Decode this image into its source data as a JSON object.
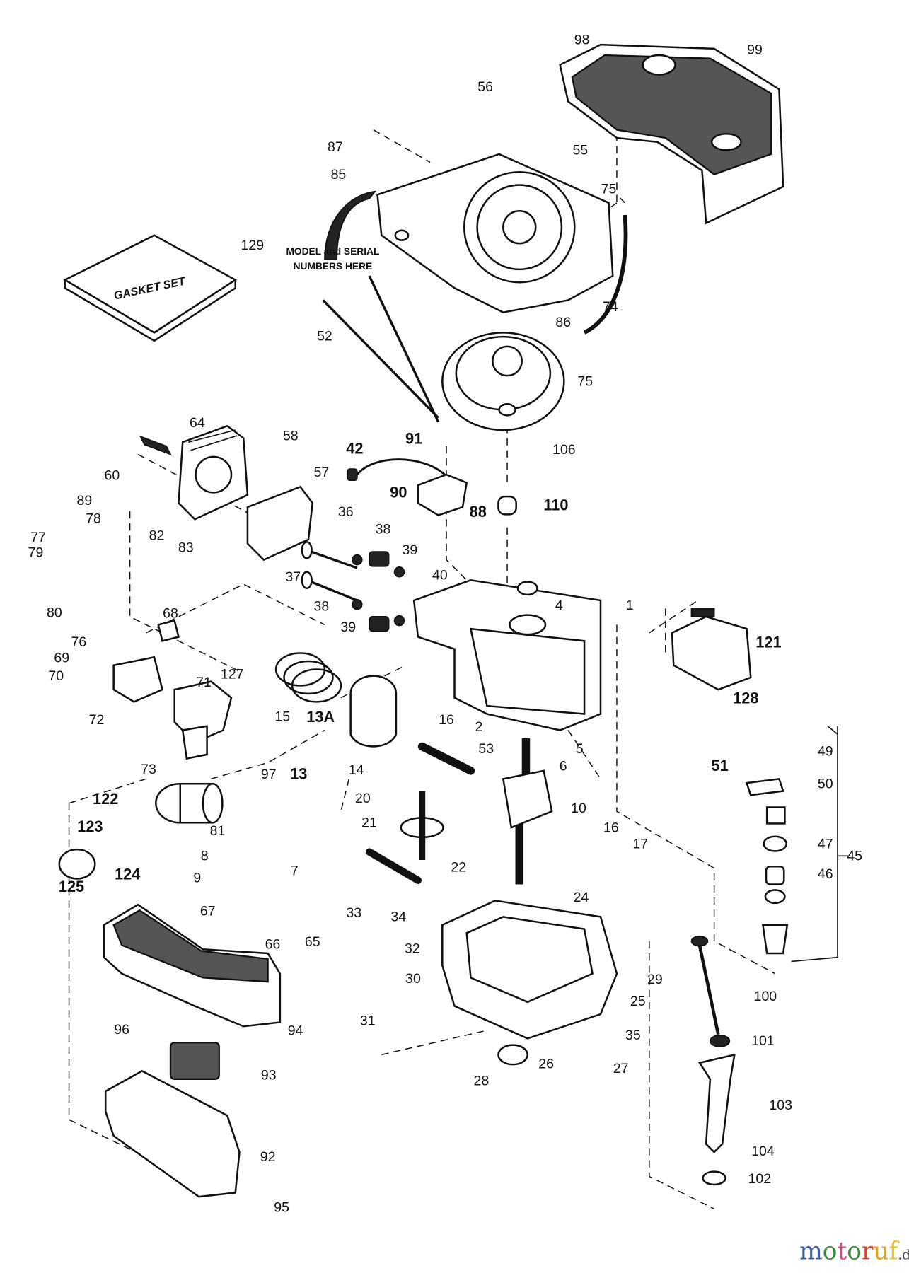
{
  "diagram": {
    "annotation": [
      "MODEL and SERIAL",
      "NUMBERS HERE"
    ],
    "gasket_box_text": "GASKET SET",
    "callouts": [
      "98",
      "99",
      "56",
      "55",
      "87",
      "85",
      "75",
      "129",
      "74",
      "86",
      "52",
      "75",
      "106",
      "91",
      "64",
      "58",
      "60",
      "42",
      "57",
      "90",
      "110",
      "89",
      "78",
      "36",
      "88",
      "38",
      "82",
      "83",
      "77",
      "79",
      "39",
      "40",
      "37",
      "38",
      "4",
      "1",
      "80",
      "39",
      "76",
      "68",
      "121",
      "69",
      "71",
      "127",
      "70",
      "15",
      "72",
      "128",
      "13A",
      "16",
      "2",
      "53",
      "5",
      "6",
      "14",
      "97",
      "13",
      "73",
      "49",
      "51",
      "50",
      "122",
      "20",
      "10",
      "21",
      "81",
      "123",
      "45",
      "47",
      "16",
      "17",
      "8",
      "7",
      "22",
      "46",
      "124",
      "9",
      "125",
      "24",
      "67",
      "33",
      "34",
      "66",
      "65",
      "32",
      "29",
      "25",
      "100",
      "30",
      "94",
      "96",
      "31",
      "35",
      "101",
      "93",
      "28",
      "26",
      "27",
      "103",
      "92",
      "104",
      "102",
      "95"
    ]
  },
  "watermark": {
    "text": "motoruf",
    "suffix": ".de",
    "colors": [
      "#3b5ba5",
      "#3b8a3b",
      "#e0457b",
      "#3b8a3b",
      "#d8452b",
      "#e8a020",
      "#e8c020"
    ]
  }
}
